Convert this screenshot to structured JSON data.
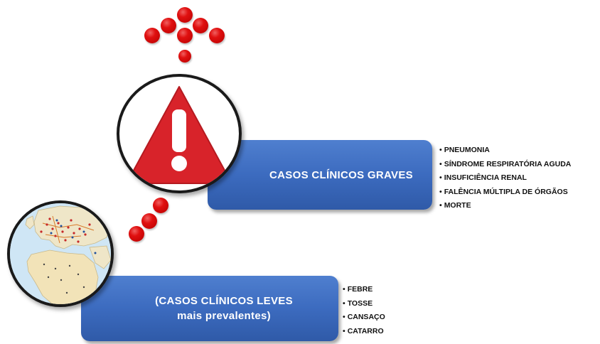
{
  "severe_box": {
    "label": "CASOS CLÍNICOS GRAVES"
  },
  "mild_box": {
    "line1": "(CASOS CLÍNICOS LEVES",
    "line2": "mais prevalentes)"
  },
  "severe_symptoms": [
    "PNEUMONIA",
    "SÍNDROME RESPIRATÓRIA AGUDA",
    "INSUFICIÊNCIA RENAL",
    "FALÊNCIA MÚLTIPLA DE ÓRGÃOS",
    "MORTE"
  ],
  "mild_symptoms": [
    "FEBRE",
    "TOSSE",
    "CANSAÇO",
    "CATARRO"
  ],
  "icons": {
    "warning": "warning-triangle-icon",
    "globe": "world-map-icon",
    "arrow": "dotted-arrow-up-icon"
  },
  "colors": {
    "box_blue": "#3c6bbf",
    "warning_red": "#d8232a",
    "dot_red": "#e01010"
  }
}
